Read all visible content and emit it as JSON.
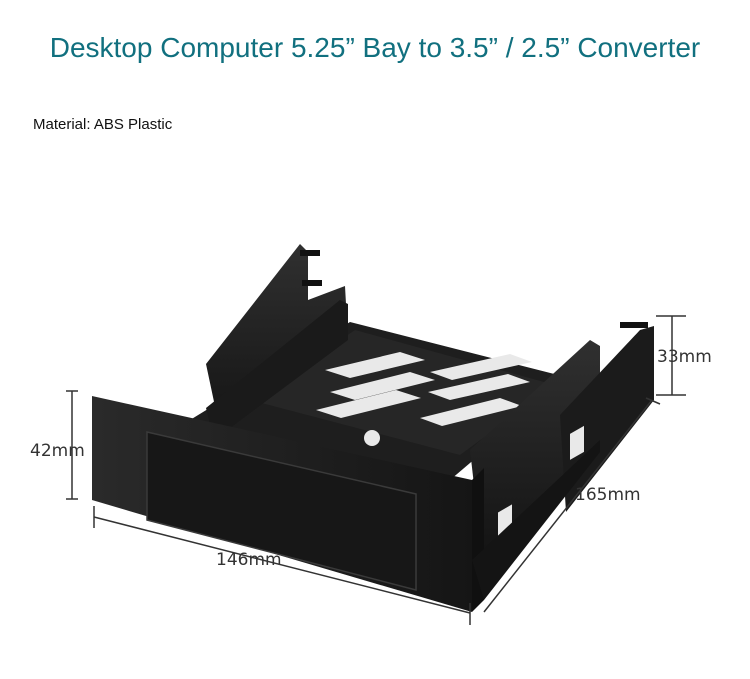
{
  "header": {
    "title": "Desktop Computer 5.25” Bay to 3.5” / 2.5” Converter"
  },
  "specs": {
    "material": "Material: ABS Plastic"
  },
  "dimensions": {
    "height_front": "42mm",
    "height_back": "33mm",
    "width": "146mm",
    "depth": "165mm"
  },
  "colors": {
    "title": "#11707f",
    "product": "#1c1c1c",
    "dimension_lines": "#333333"
  }
}
